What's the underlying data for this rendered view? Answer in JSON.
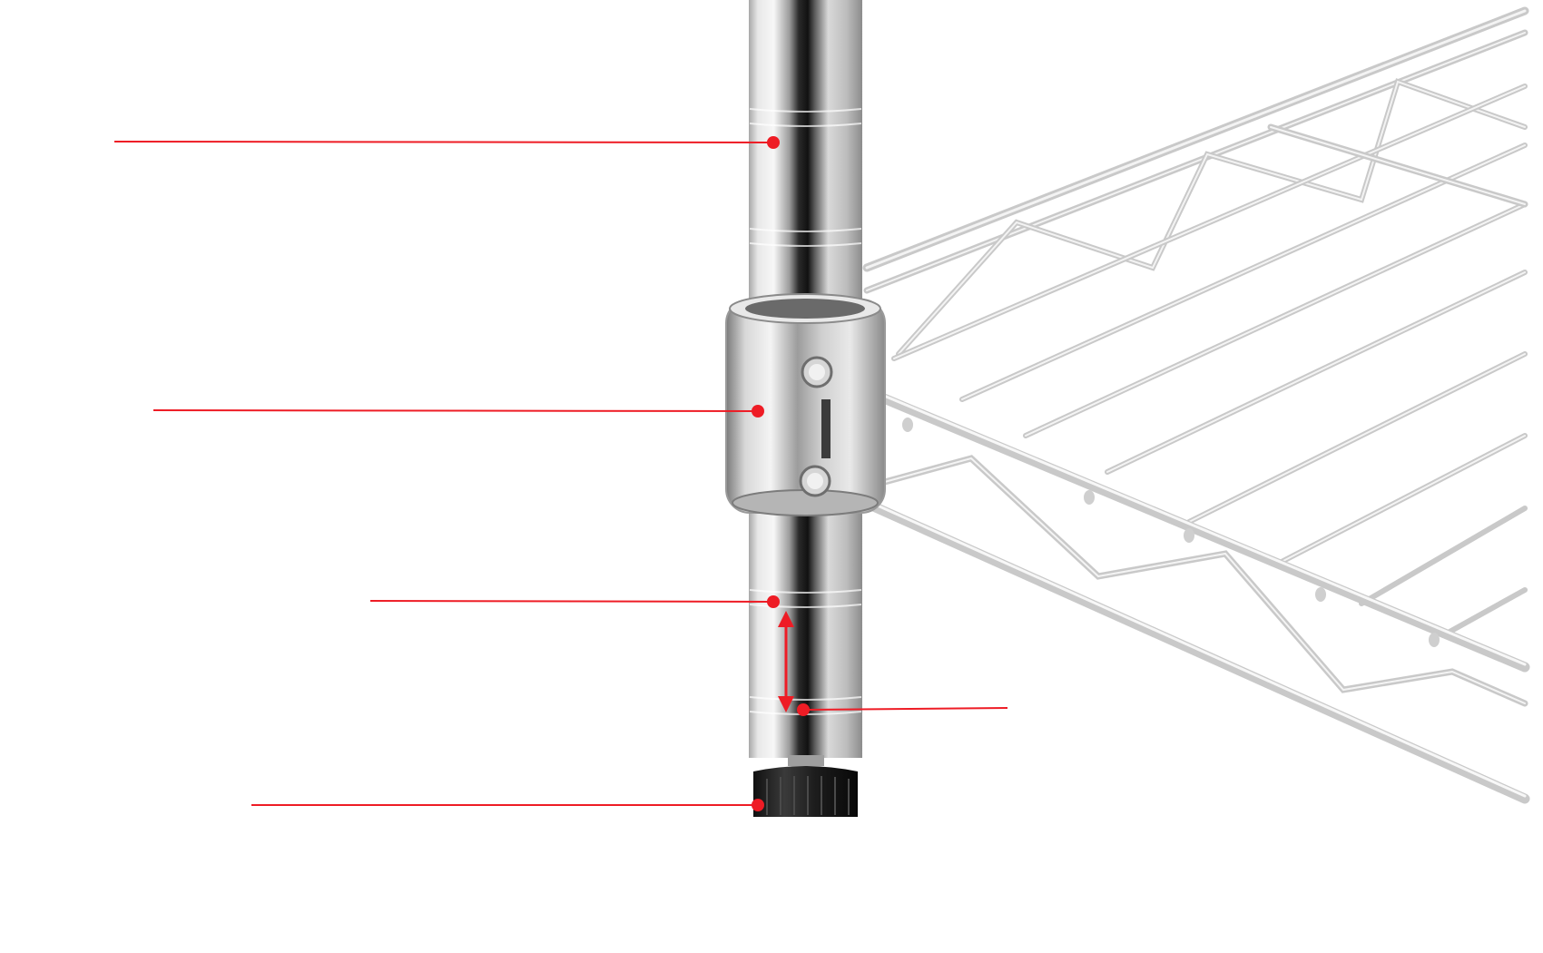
{
  "colors": {
    "background": "#ffffff",
    "callout_red": "#ee1c25",
    "chrome_light": "#f2f2f2",
    "chrome_mid": "#b9b9b9",
    "chrome_dark": "#1a1a1a",
    "leveler_black": "#222222"
  },
  "product": {
    "post": "chrome-post",
    "sleeve": "chrome-sleeve-collar",
    "shelf": "chrome-wire-shelf",
    "foot": "black-leveling-foot",
    "spacing_indicator": "double-headed-arrow"
  },
  "callouts": [
    {
      "id": "post-groove",
      "label": ""
    },
    {
      "id": "sleeve-collar",
      "label": ""
    },
    {
      "id": "groove-marker-upper",
      "label": ""
    },
    {
      "id": "groove-marker-lower",
      "label": ""
    },
    {
      "id": "leveling-foot",
      "label": ""
    }
  ]
}
